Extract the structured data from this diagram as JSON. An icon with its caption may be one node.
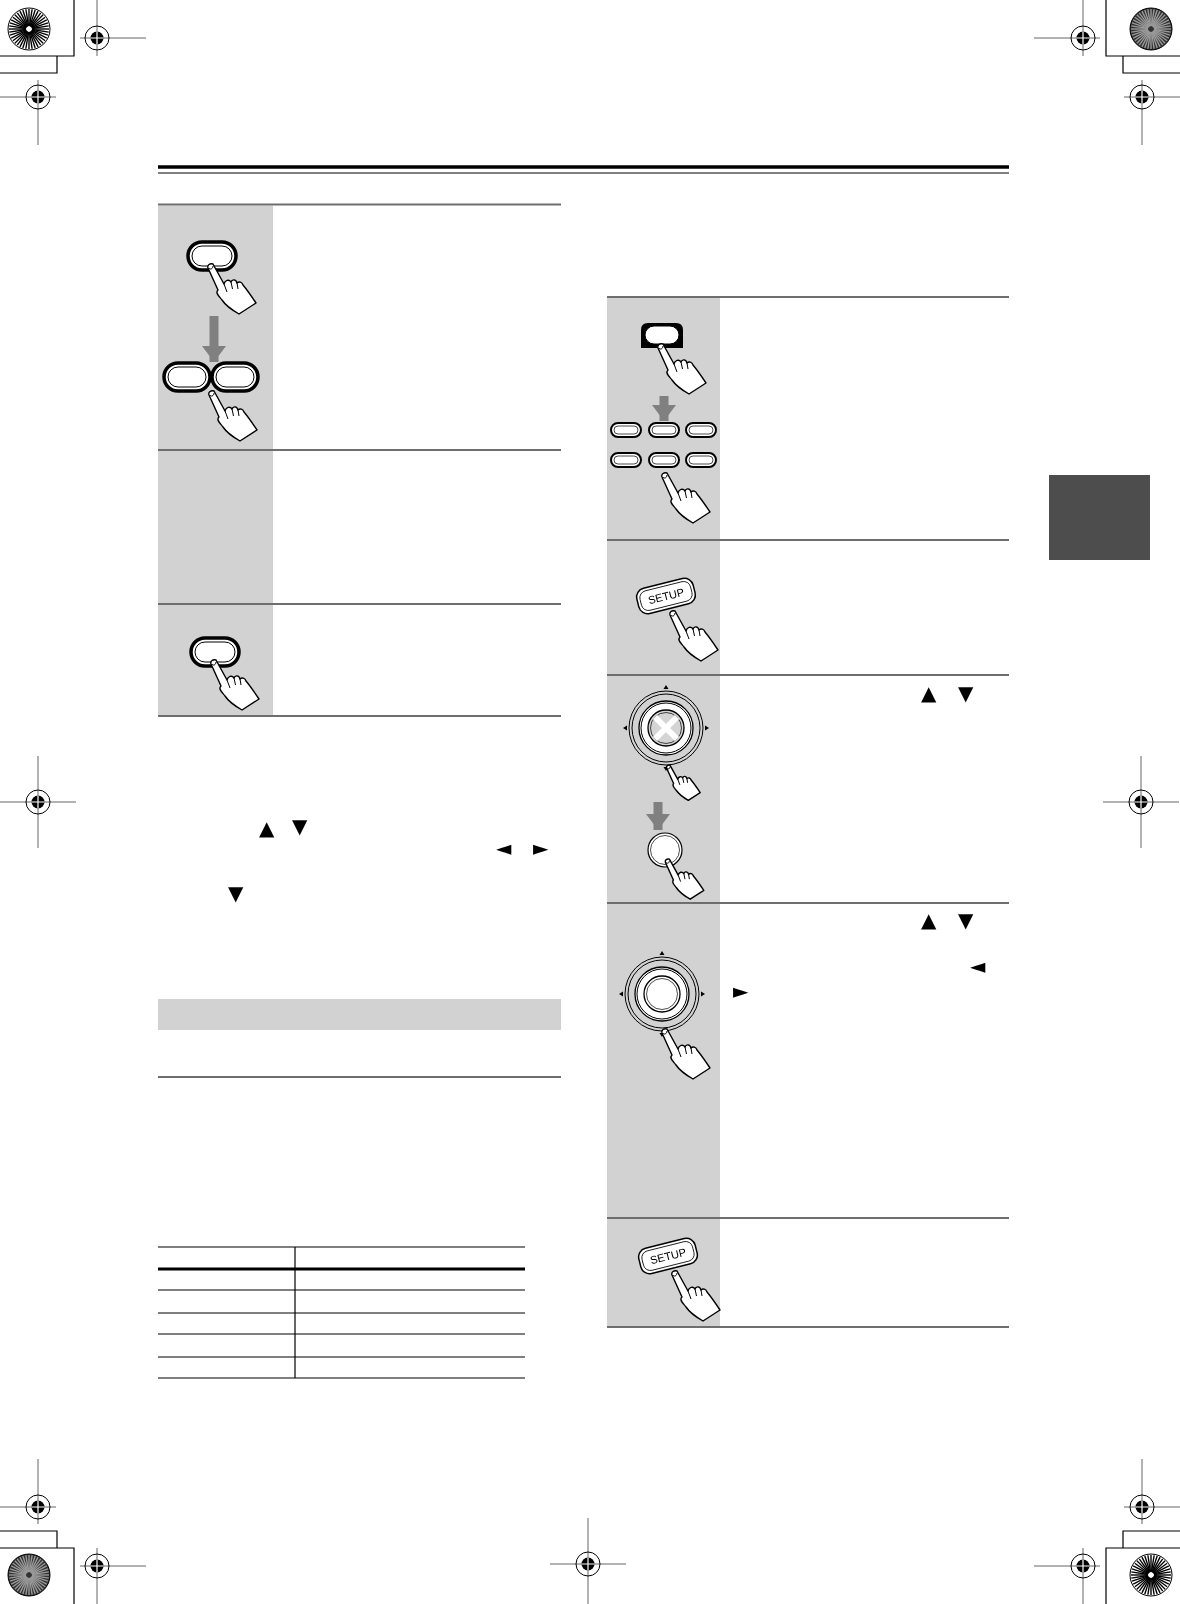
{
  "diagram": {
    "nodes": [
      {
        "text": [],
        "shape": "picture"
      },
      {
        "text": [],
        "shape": "picture"
      },
      {
        "text": [],
        "shape": "picture"
      },
      {
        "text": [],
        "shape": "bar"
      },
      {
        "text": [],
        "shape": "picture"
      },
      {
        "text": [],
        "shape": "picture"
      },
      {
        "text": [
          "SETUP"
        ]
      },
      {
        "text": [],
        "shape": "picture"
      },
      {
        "text": [],
        "shape": "picture"
      },
      {
        "text": [],
        "shape": "picture"
      },
      {
        "text": [
          "SETUP"
        ]
      },
      {
        "text": [],
        "shape": "box"
      }
    ],
    "edges": [
      {
        "from": 0,
        "to": 1,
        "arrow": "to"
      },
      {
        "from": 4,
        "to": 5,
        "arrow": "to"
      },
      {
        "from": 7,
        "to": 8,
        "arrow": "to"
      }
    ],
    "labels": [
      "▲",
      "▼",
      "◄",
      "►",
      "▼",
      "▲",
      "▼",
      "▲",
      "▼",
      "◄",
      "►"
    ]
  }
}
